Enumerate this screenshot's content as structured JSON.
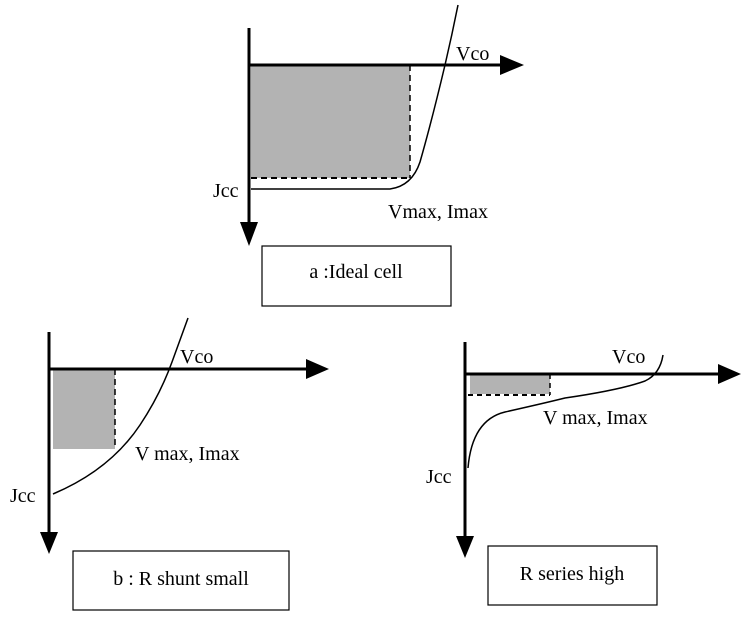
{
  "diagrams": {
    "ideal": {
      "caption": "a :Ideal cell",
      "voc_label": "Vco",
      "jsc_label": "Jcc",
      "mpp_label": "Vmax, Imax"
    },
    "shunt": {
      "caption": "b : R shunt small",
      "voc_label": "Vco",
      "jsc_label": "Jcc",
      "mpp_label": "V max, Imax"
    },
    "series": {
      "caption": "R series high",
      "voc_label": "Vco",
      "jsc_label": "Jcc",
      "mpp_label": "V max, Imax"
    }
  },
  "colors": {
    "power_area": "#b3b3b3",
    "stroke": "#000000"
  }
}
